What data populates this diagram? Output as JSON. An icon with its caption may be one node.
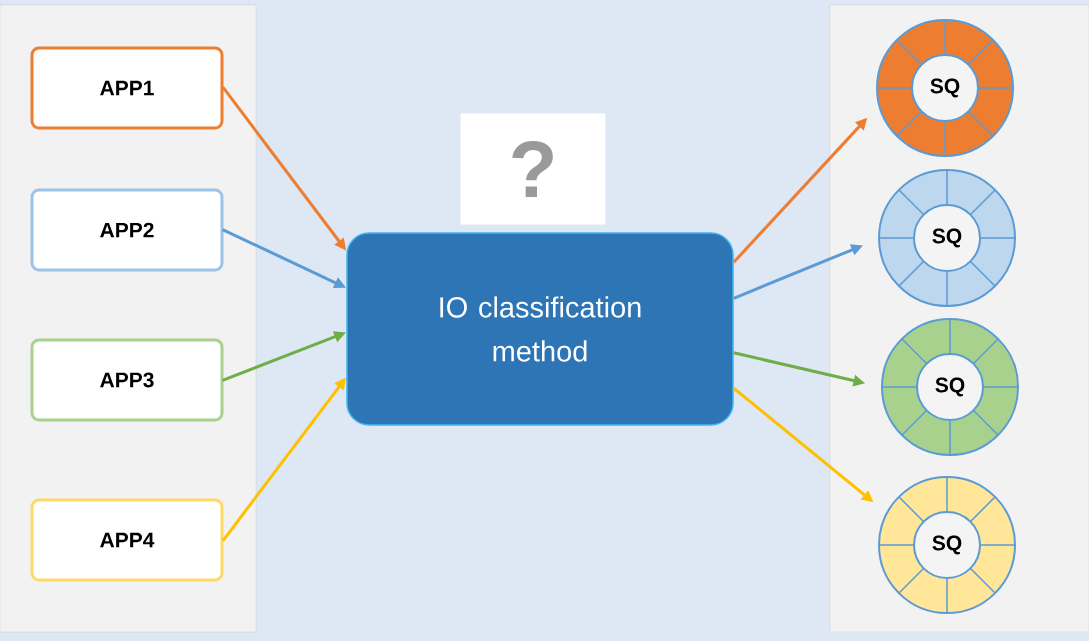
{
  "diagram": {
    "nodes": [
      {
        "text": [
          "APP1"
        ]
      },
      {
        "text": [
          "APP2"
        ]
      },
      {
        "text": [
          "APP3"
        ]
      },
      {
        "text": [
          "APP4"
        ]
      },
      {
        "text": [
          "IO classification method"
        ]
      },
      {
        "text": [
          "?"
        ]
      },
      {
        "text": [
          "SQ"
        ]
      },
      {
        "text": [
          "SQ"
        ]
      },
      {
        "text": [
          "SQ"
        ]
      },
      {
        "text": [
          "SQ"
        ]
      }
    ],
    "edges": [
      {
        "from": 0,
        "to": 4,
        "arrow": "to",
        "color": "#ed7d31"
      },
      {
        "from": 1,
        "to": 4,
        "arrow": "to",
        "color": "#5b9bd5"
      },
      {
        "from": 2,
        "to": 4,
        "arrow": "to",
        "color": "#70ad47"
      },
      {
        "from": 3,
        "to": 4,
        "arrow": "to",
        "color": "#ffc000"
      },
      {
        "from": 4,
        "to": 6,
        "arrow": "to",
        "color": "#ed7d31"
      },
      {
        "from": 4,
        "to": 7,
        "arrow": "to",
        "color": "#5b9bd5"
      },
      {
        "from": 4,
        "to": 8,
        "arrow": "to",
        "color": "#70ad47"
      },
      {
        "from": 4,
        "to": 9,
        "arrow": "to",
        "color": "#ffc000"
      }
    ]
  }
}
